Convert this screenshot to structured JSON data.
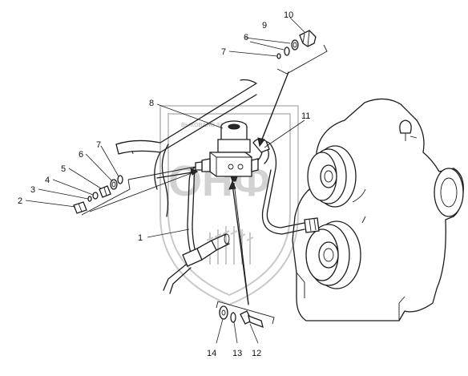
{
  "watermark": {
    "top_text": "ВЫКОВАНО ЗАПЧАСТИ",
    "letters": "ОНФ"
  },
  "callouts": [
    {
      "id": "callout-1",
      "label": "1"
    },
    {
      "id": "callout-2",
      "label": "2"
    },
    {
      "id": "callout-3",
      "label": "3"
    },
    {
      "id": "callout-4",
      "label": "4"
    },
    {
      "id": "callout-5",
      "label": "5"
    },
    {
      "id": "callout-6-left",
      "label": "6"
    },
    {
      "id": "callout-7-left",
      "label": "7"
    },
    {
      "id": "callout-8",
      "label": "8"
    },
    {
      "id": "callout-9",
      "label": "9"
    },
    {
      "id": "callout-10",
      "label": "10"
    },
    {
      "id": "callout-6-top",
      "label": "6"
    },
    {
      "id": "callout-7-top",
      "label": "7"
    },
    {
      "id": "callout-11",
      "label": "11"
    },
    {
      "id": "callout-12",
      "label": "12"
    },
    {
      "id": "callout-13",
      "label": "13"
    },
    {
      "id": "callout-14",
      "label": "14"
    }
  ]
}
